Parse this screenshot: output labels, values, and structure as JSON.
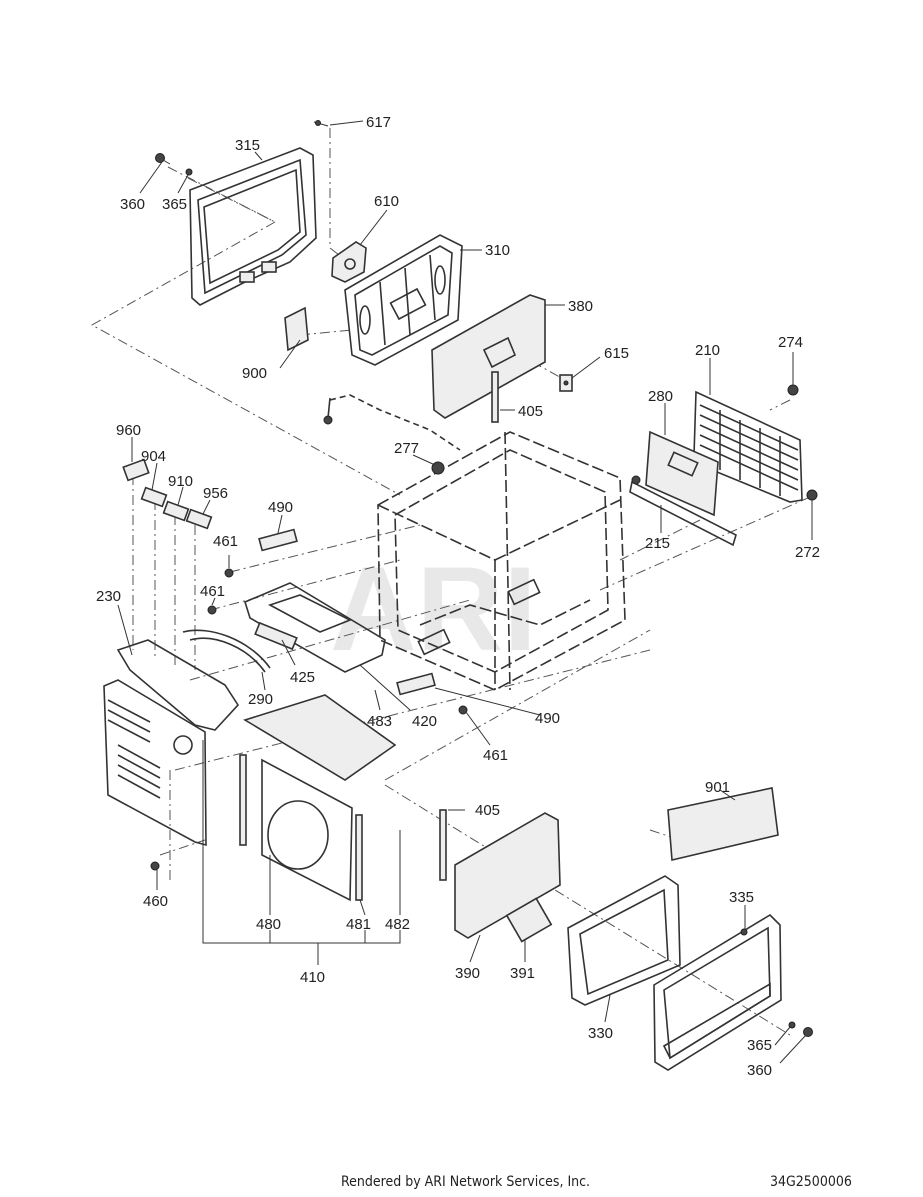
{
  "footer": {
    "credit": "Rendered by ARI Network Services, Inc.",
    "diagram_code": "34G2500006"
  },
  "watermark": "ARI",
  "callouts": {
    "c617": "617",
    "c315": "315",
    "c360a": "360",
    "c365a": "365",
    "c610": "610",
    "c310": "310",
    "c380": "380",
    "c900": "900",
    "c615": "615",
    "c405a": "405",
    "c210": "210",
    "c274": "274",
    "c280": "280",
    "c277": "277",
    "c960": "960",
    "c904": "904",
    "c910": "910",
    "c956": "956",
    "c490a": "490",
    "c215": "215",
    "c272": "272",
    "c461a": "461",
    "c461b": "461",
    "c230": "230",
    "c425": "425",
    "c290": "290",
    "c483": "483",
    "c420": "420",
    "c490b": "490",
    "c461c": "461",
    "c405b": "405",
    "c901": "901",
    "c460": "460",
    "c480": "480",
    "c481": "481",
    "c482": "482",
    "c410": "410",
    "c390": "390",
    "c391": "391",
    "c335": "335",
    "c330": "330",
    "c365b": "365",
    "c360b": "360"
  }
}
